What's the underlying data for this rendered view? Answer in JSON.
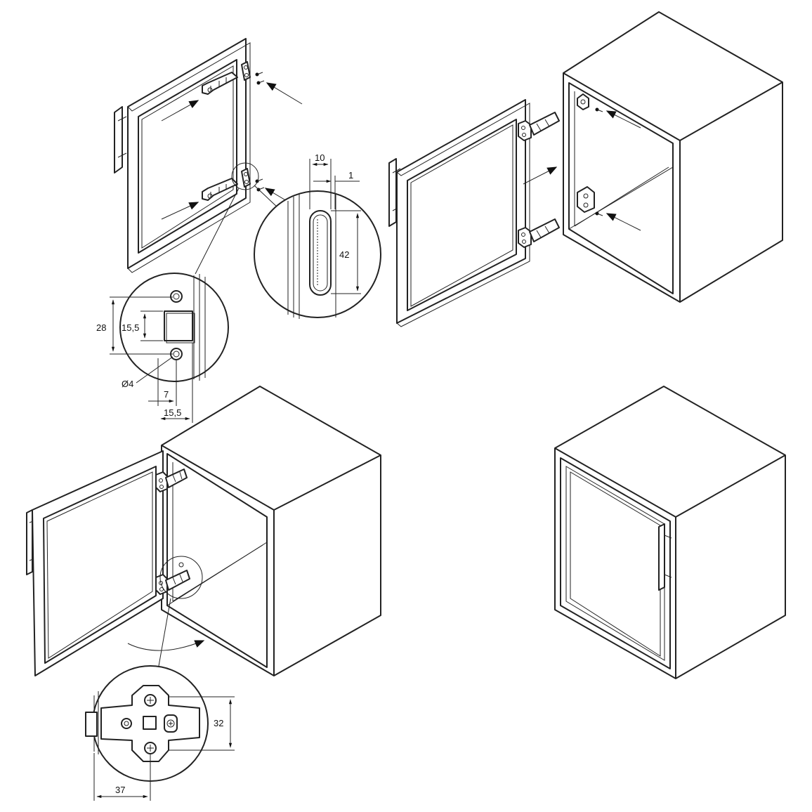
{
  "dimensions": {
    "slot_width": "10",
    "slot_offset": "1",
    "slot_length": "42",
    "hole_spacing": "28",
    "plate_height": "15,5",
    "hole_diameter": "Ø4",
    "hole_offset": "7",
    "plate_offset": "15,5",
    "hinge_plate_width": "32",
    "hinge_cup_offset": "37"
  },
  "colors": {
    "line": "#222222",
    "background": "#ffffff"
  }
}
